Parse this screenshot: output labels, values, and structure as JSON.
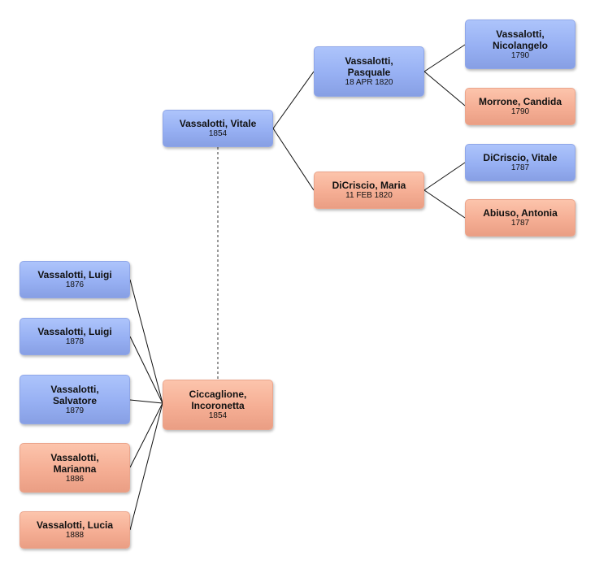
{
  "colors": {
    "male": "#97b0f3",
    "female": "#f5ae94",
    "line": "#111111"
  },
  "people": {
    "vitale": {
      "name": "Vassalotti, Vitale",
      "date": "1854"
    },
    "pasquale": {
      "name": "Vassalotti,\nPasquale",
      "date": "18 APR 1820"
    },
    "maria": {
      "name": "DiCriscio, Maria",
      "date": "11 FEB 1820"
    },
    "nicolangelo": {
      "name": "Vassalotti,\nNicolangelo",
      "date": "1790"
    },
    "candida": {
      "name": "Morrone, Candida",
      "date": "1790"
    },
    "dicriscio_vitale": {
      "name": "DiCriscio, Vitale",
      "date": "1787"
    },
    "antonia": {
      "name": "Abiuso, Antonia",
      "date": "1787"
    },
    "incoronetta": {
      "name": "Ciccaglione,\nIncoronetta",
      "date": "1854"
    },
    "luigi_1876": {
      "name": "Vassalotti, Luigi",
      "date": "1876"
    },
    "luigi_1878": {
      "name": "Vassalotti, Luigi",
      "date": "1878"
    },
    "salvatore": {
      "name": "Vassalotti,\nSalvatore",
      "date": "1879"
    },
    "marianna": {
      "name": "Vassalotti,\nMarianna",
      "date": "1886"
    },
    "lucia": {
      "name": "Vassalotti, Lucia",
      "date": "1888"
    }
  }
}
